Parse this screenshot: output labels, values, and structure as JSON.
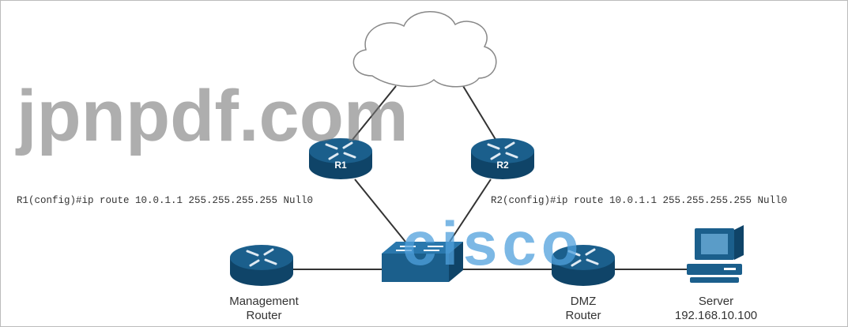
{
  "devices": {
    "r1": {
      "label": "R1"
    },
    "r2": {
      "label": "R2"
    },
    "management_router": {
      "label_line1": "Management",
      "label_line2": "Router"
    },
    "dmz_router": {
      "label_line1": "DMZ",
      "label_line2": "Router"
    },
    "server": {
      "label_line1": "Server",
      "label_line2": "192.168.10.100"
    }
  },
  "commands": {
    "r1": "R1(config)#ip route 10.0.1.1 255.255.255.255 Null0",
    "r2": "R2(config)#ip route 10.0.1.1 255.255.255.255 Null0"
  },
  "watermarks": {
    "site": "jpnpdf.com",
    "logo": "cisco"
  },
  "colors": {
    "device": "#1b5f8c",
    "device_dark": "#0f4468",
    "line": "#333333"
  }
}
